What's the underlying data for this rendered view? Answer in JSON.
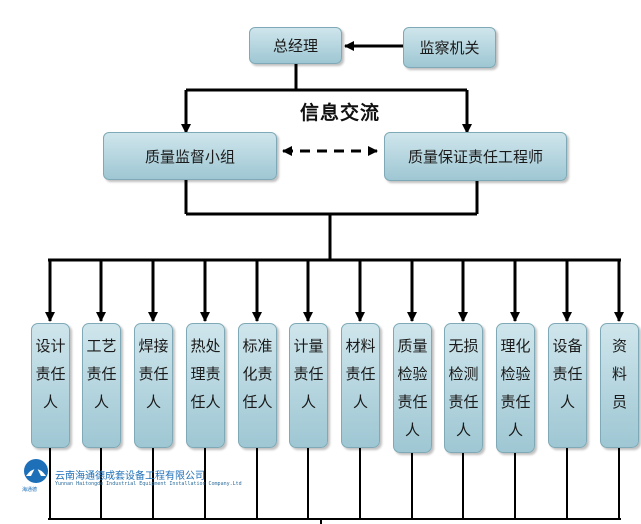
{
  "top": {
    "general_manager": "总经理",
    "supervision_authority": "监察机关"
  },
  "middle": {
    "info_exchange": "信息交流",
    "quality_supervision_group": "质量监督小组",
    "quality_assurance_engineer": "质量保证责任工程师"
  },
  "columns": [
    {
      "label": "设计\n责任\n人"
    },
    {
      "label": "工艺\n责任\n人"
    },
    {
      "label": "焊接\n责任\n人"
    },
    {
      "label": "热处\n理责\n任人"
    },
    {
      "label": "标准\n化责\n任人"
    },
    {
      "label": "计量\n责任\n人"
    },
    {
      "label": "材料\n责任\n人"
    },
    {
      "label": "质量\n检验\n责任\n人"
    },
    {
      "label": "无损\n检测\n责任\n人"
    },
    {
      "label": "理化\n检验\n责任\n人"
    },
    {
      "label": "设备\n责任\n人"
    },
    {
      "label": "资\n料\n员"
    }
  ],
  "footer": {
    "company_cn": "云南海通德成套设备工程有限公司",
    "company_en": "Yunnan Haitongde Industrial Equipment Installation Company.Ltd",
    "logo_caption": "海通德"
  },
  "colors": {
    "box_top": "#cfe5ec",
    "box_bottom": "#9ec7d3",
    "line": "#000000",
    "brand_blue": "#1d6fb8"
  }
}
